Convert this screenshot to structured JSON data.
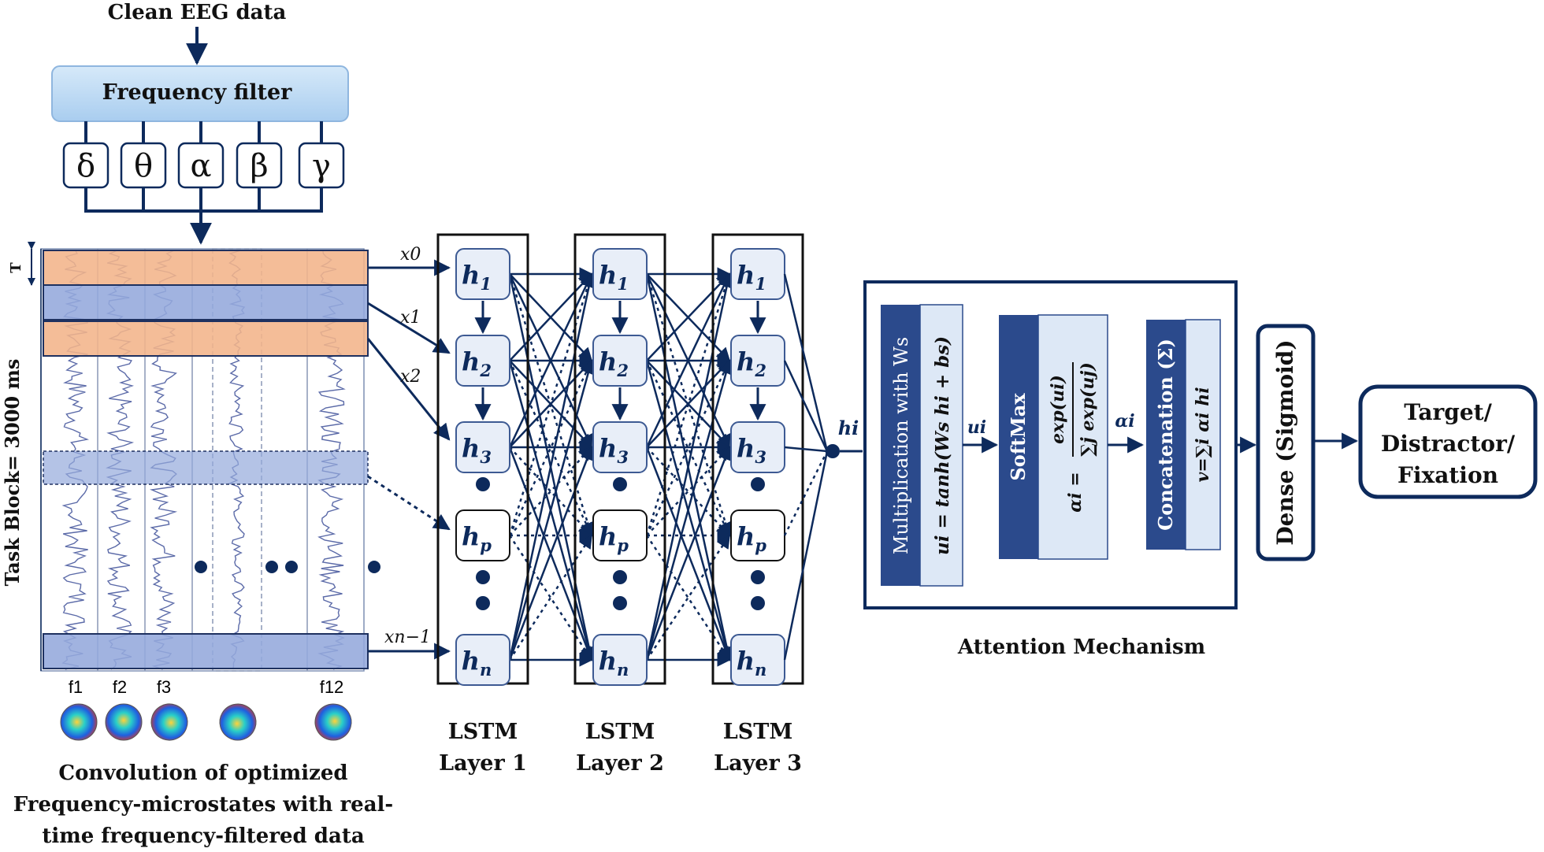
{
  "colors": {
    "navy": "#0d2a5c",
    "node_fill": "#e8eef8",
    "filter_fill": "#bcd9f3",
    "band_orange": "#f3b48a",
    "band_blue": "#94a9dc",
    "att_dark": "#2b4a8c",
    "att_light": "#dde8f6"
  },
  "input": {
    "title": "Clean EEG data"
  },
  "filter": {
    "title": "Frequency filter",
    "bands": [
      "δ",
      "θ",
      "α",
      "β",
      "γ"
    ]
  },
  "eeg": {
    "T_label": "T",
    "block_label": "Task Block= 3000 ms",
    "channel_labels": [
      "f1",
      "f2",
      "f3",
      "f12"
    ],
    "caption": [
      "Convolution of optimized",
      "Frequency-microstates with real-",
      "time frequency-filtered data"
    ]
  },
  "inputs_x": [
    "x0",
    "x1",
    "x2",
    "xn−1"
  ],
  "lstm": {
    "nodes": [
      "h1",
      "h2",
      "h3",
      "hp",
      "hn"
    ],
    "layers": [
      {
        "label_1": "LSTM",
        "label_2": "Layer 1"
      },
      {
        "label_1": "LSTM",
        "label_2": "Layer 2"
      },
      {
        "label_1": "LSTM",
        "label_2": "Layer 3"
      }
    ]
  },
  "hidden_label": "hi",
  "attention": {
    "title": "Attention Mechanism",
    "step1_title": "Multiplication with Ws",
    "step1_formula": "ui = tanh(Ws hi + bs)",
    "u_label": "ui",
    "step2_title": "SoftMax",
    "step2_formula_num": "exp(ui)",
    "step2_formula_den": "∑j exp(uj)",
    "step2_formula_lhs": "αi =",
    "alpha_label": "αi",
    "step3_title": "Concatenation (Σ)",
    "step3_formula": "v=∑i αi hi"
  },
  "dense": {
    "label": "Dense (Sigmoid)"
  },
  "output": {
    "line1": "Target/",
    "line2": "Distractor/",
    "line3": "Fixation"
  }
}
